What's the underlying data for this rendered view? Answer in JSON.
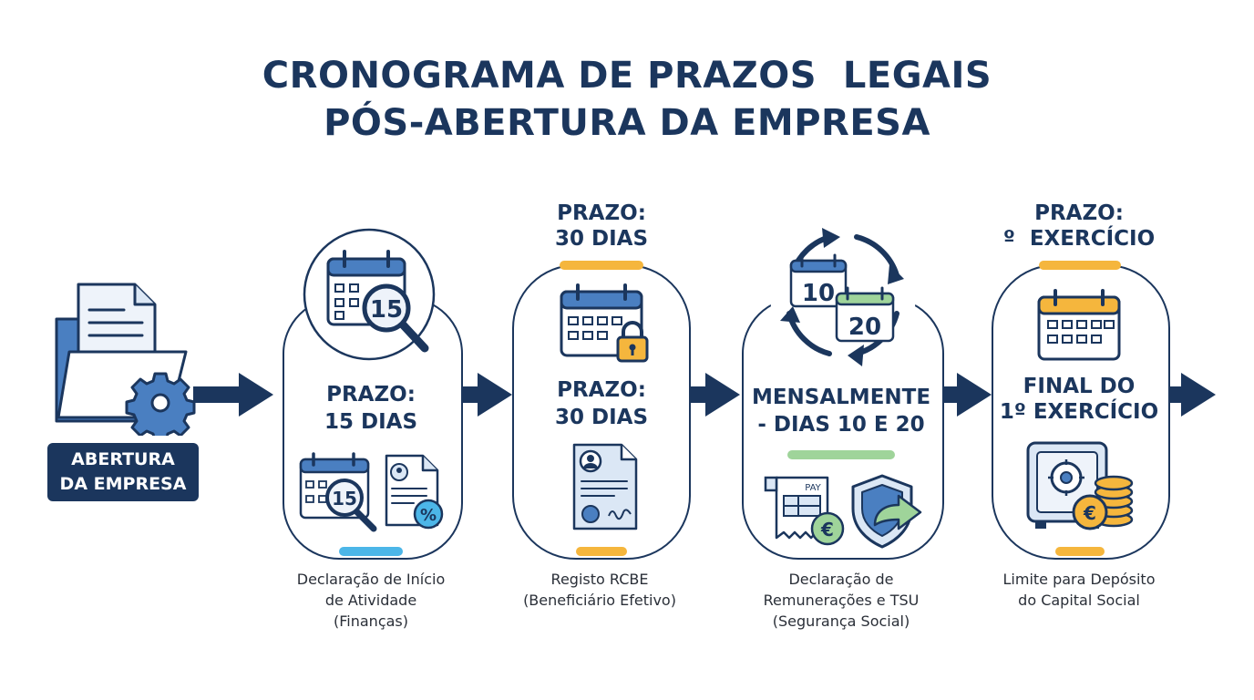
{
  "title": {
    "line1": "CRONOGRAMA DE PRAZOS  LEGAIS",
    "line2": "PÓS-ABERTURA DA EMPRESA"
  },
  "start": {
    "line1": "ABERTURA",
    "line2": "DA EMPRESA"
  },
  "steps": [
    {
      "top_label": "",
      "badge_number": "15",
      "center_line1": "PRAZO:",
      "center_line2": "15 DIAS",
      "small_badge_number": "15",
      "percent_symbol": "%",
      "bar_color": "#4cb6e8",
      "desc_line1": "Declaração de Início",
      "desc_line2": "de Atividade",
      "desc_line3": "(Finanças)"
    },
    {
      "top_line1": "PRAZO:",
      "top_line2": "30 DIAS",
      "center_line1": "PRAZO:",
      "center_line2": "30 DIAS",
      "bar_color": "#f5b63d",
      "desc_line1": "Registo RCBE",
      "desc_line2": "(Beneficiário Efetivo)"
    },
    {
      "cal1_number": "10",
      "cal2_number": "20",
      "center_line1": "MENSALMENTE",
      "center_line2": "- DIAS 10 E 20",
      "pay_label": "PAY",
      "euro_symbol": "€",
      "bar_color": "#9fd49a",
      "desc_line1": "Declaração de",
      "desc_line2": "Remunerações e TSU",
      "desc_line3": "(Segurança Social)"
    },
    {
      "top_line1": "PRAZO:",
      "top_line2": "º  EXERCÍCIO",
      "center_line1": "FINAL DO",
      "center_line2": "1º EXERCÍCIO",
      "euro_symbol": "€",
      "bar_color": "#f5b63d",
      "desc_line1": "Limite para Depósito",
      "desc_line2": "do Capital Social"
    }
  ],
  "colors": {
    "navy": "#1b365d",
    "blue": "#4a7fc1",
    "light_blue": "#dbe7f5",
    "yellow": "#f5b63d",
    "green": "#9fd49a",
    "cyan": "#4cb6e8"
  },
  "icons": [
    "folder-document-gear-icon",
    "calendar-magnifier-icon",
    "calendar-lock-icon",
    "certificate-icon",
    "cycle-calendar-icon",
    "pay-receipt-icon",
    "shield-arrow-icon",
    "calendar-icon",
    "safe-coins-icon",
    "arrow-right-icon"
  ]
}
